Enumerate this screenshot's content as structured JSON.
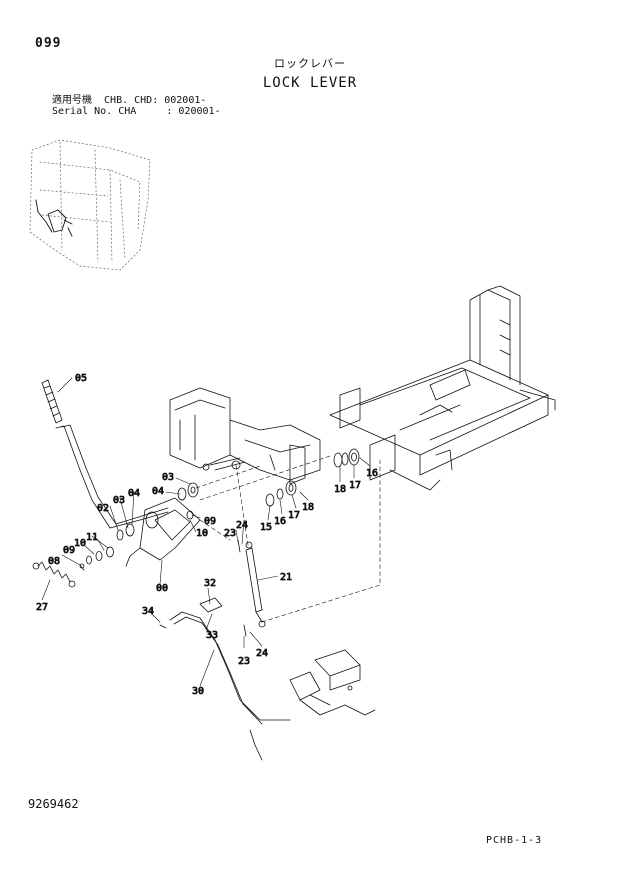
{
  "header": {
    "page_number": "099",
    "title_jp": "ロックレバー",
    "title_en": "LOCK LEVER",
    "serial_line1": "適用号機  CHB. CHD: 002001-",
    "serial_line2": "Serial No. CHA     : 020001-"
  },
  "footer": {
    "doc_number": "9269462",
    "sheet_code": "PCHB-1-3"
  },
  "callouts": {
    "c05": "05",
    "c03a": "03",
    "c04a": "04",
    "c09a": "09",
    "c10a": "10",
    "c02": "02",
    "c03b": "03",
    "c04b": "04",
    "c09b": "09",
    "c10b": "10",
    "c11": "11",
    "c08": "08",
    "c27": "27",
    "c00": "00",
    "c23a": "23",
    "c24a": "24",
    "c21": "21",
    "c32": "32",
    "c34": "34",
    "c33": "33",
    "c23b": "23",
    "c24b": "24",
    "c30": "30",
    "c15": "15",
    "c16a": "16",
    "c17a": "17",
    "c18a": "18",
    "c18b": "18",
    "c17b": "17",
    "c16b": "16"
  }
}
